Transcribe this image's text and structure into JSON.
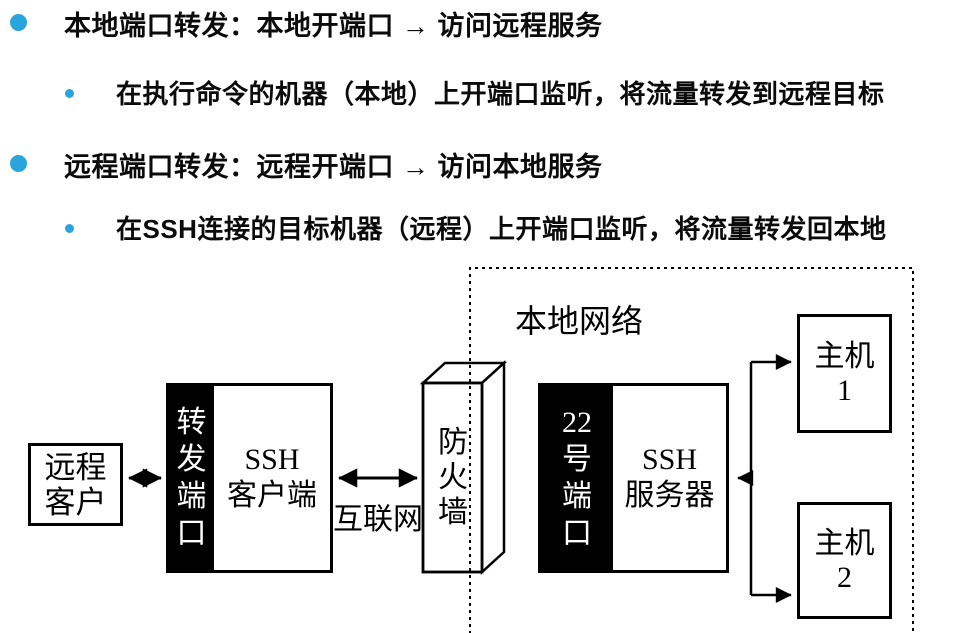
{
  "slide": {
    "bullets": [
      {
        "label": "本地端口转发：本地开端口 → 访问远程服务",
        "sub": "在执行命令的机器（本地）上开端口监听，将流量转发到远程目标"
      },
      {
        "label": "远程端口转发：远程开端口 → 访问本地服务",
        "sub": "在SSH连接的目标机器（远程）上开端口监听，将流量转发回本地"
      }
    ]
  },
  "diagram": {
    "remote_client": {
      "line1": "远程",
      "line2": "客户"
    },
    "ssh_client": {
      "port_chars": [
        "转",
        "发",
        "端",
        "口"
      ],
      "name_line1": "SSH",
      "name_line2": "客户端"
    },
    "internet_label": "互联网",
    "firewall_chars": [
      "防",
      "火",
      "墙"
    ],
    "local_network_label": "本地网络",
    "ssh_server": {
      "port_chars": [
        "22",
        "号",
        "端",
        "口"
      ],
      "name_line1": "SSH",
      "name_line2": "服务器"
    },
    "host1": {
      "line1": "主机",
      "line2": "1"
    },
    "host2": {
      "line1": "主机",
      "2": "",
      "line2": "2"
    }
  },
  "colors": {
    "bullet_blue": "#2aa5dc",
    "line_black": "#000000",
    "background": "#ffffff"
  }
}
